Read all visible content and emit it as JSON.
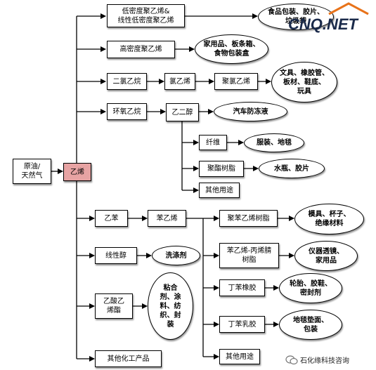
{
  "nodes": {
    "source": "原油/\n天然气",
    "ethylene": "乙烯",
    "ldpe": "低密度聚乙烯&\n线性低密度聚乙烯",
    "ldpe_use": "食品包装、胶片、\n垃圾袋",
    "hdpe": "高密度聚乙烯",
    "hdpe_use": "家用品、板条箱、\n食物包装盒",
    "dichloroethane": "二氯乙烷",
    "vinyl_chloride": "氯乙烯",
    "pvc": "聚氯乙烯",
    "pvc_use": "文具、橡胶管、\n板材、鞋底、\n玩具",
    "ethylene_oxide": "环氧乙烷",
    "ethylene_glycol": "乙二醇",
    "antifreeze": "汽车防冻液",
    "fiber": "纤维",
    "fiber_use": "服装、地毯",
    "polyester": "聚酯树脂",
    "polyester_use": "水瓶、胶片",
    "glycol_other": "其他用途",
    "ethylbenzene": "乙苯",
    "styrene": "苯乙烯",
    "polystyrene": "聚苯乙烯树脂",
    "polystyrene_use": "模具、杯子、\n绝缘材料",
    "linear_alcohol": "线性醇",
    "detergent": "洗涤剂",
    "vinyl_acetate": "乙酸乙\n烯酯",
    "vinyl_acetate_use": "粘合\n剂、涂\n料、纺\n织、封\n装",
    "san": "苯乙烯-丙烯腈\n树脂",
    "san_use": "仪器透镜、\n家用品",
    "sbr": "丁苯橡胶",
    "sbr_use": "轮胎、胶鞋、\n密封剂",
    "sb_latex": "丁苯乳胶",
    "sb_latex_use": "地毯垫面、\n包装",
    "styrene_other": "其他用途",
    "other_chemicals": "其他化工产品"
  },
  "watermarks": {
    "site": "CNQ.NET",
    "account": "石化缘科技咨询"
  },
  "colors": {
    "hub_fill": "#e7a3a3",
    "line": "#000000"
  }
}
